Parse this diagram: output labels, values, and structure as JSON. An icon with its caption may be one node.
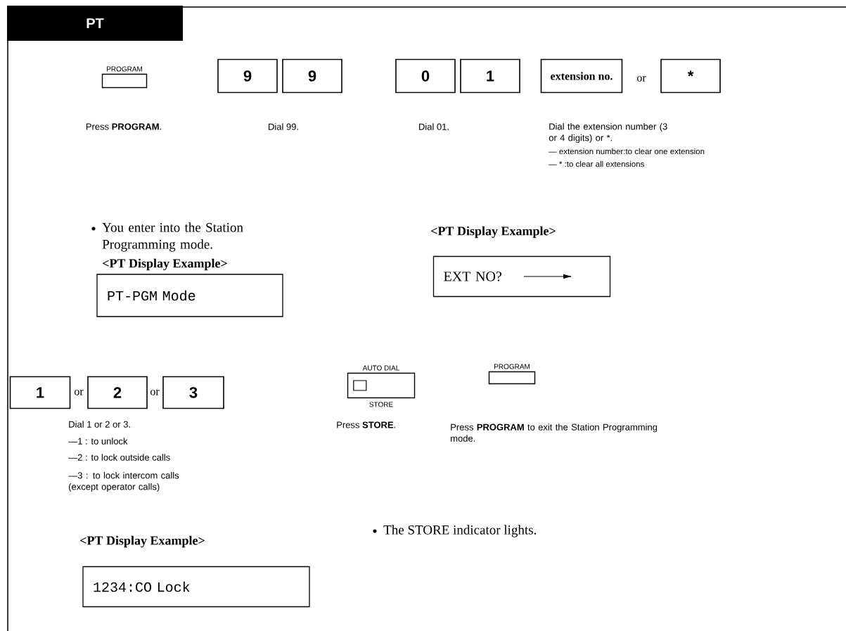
{
  "diagram": {
    "nodes": [
      {
        "text": [
          "PT"
        ]
      },
      {
        "text": [
          "PROGRAM"
        ]
      },
      {
        "text": [
          "9"
        ]
      },
      {
        "text": [
          "9"
        ]
      },
      {
        "text": [
          "0"
        ]
      },
      {
        "text": [
          "1"
        ]
      },
      {
        "text": [
          "extension no."
        ]
      },
      {
        "text": [
          "*"
        ]
      },
      {
        "text": [
          "PT-PGM Mode"
        ]
      },
      {
        "text": [
          "EXT NO?"
        ]
      },
      {
        "text": [
          "1"
        ]
      },
      {
        "text": [
          "2"
        ]
      },
      {
        "text": [
          "3"
        ]
      },
      {
        "text": [
          "AUTO DIAL",
          "STORE"
        ]
      },
      {
        "text": [
          "PROGRAM"
        ]
      },
      {
        "text": [
          "1234:CO Lock"
        ]
      }
    ],
    "labels": [
      "or",
      "Press **PROGRAM**.",
      "Dial 99.",
      "Dial 01.",
      "Dial the extension number (3 or 4 digits) or *.",
      "— extension number:to clear one extension",
      "— * :to clear all extensions",
      "You enter into the Station Programming mode.",
      "<PT Display Example>",
      "<PT Display Example>",
      "or",
      "or",
      "Dial 1 or 2 or 3.",
      "—1 : to unlock",
      "—2 : to lock outside calls",
      "—3 : to lock intercom calls (except operator calls)",
      "Press **STORE**.",
      "Press **PROGRAM** to exit the Station Programming mode.",
      "The STORE indicator lights.",
      "<PT Display Example>"
    ]
  }
}
